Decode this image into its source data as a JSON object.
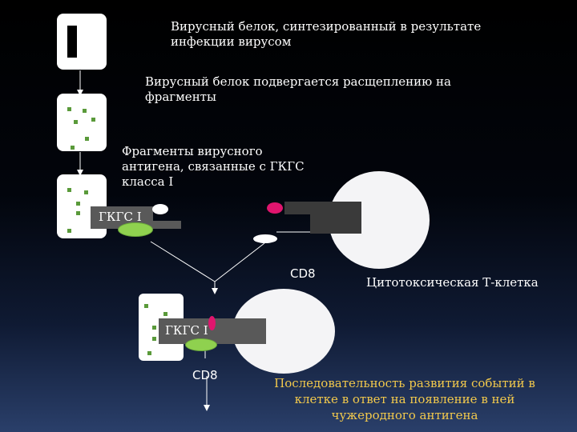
{
  "steps": {
    "step1": "Вирусный белок, синтезированный в результате инфекции вирусом",
    "step2": "Вирусный белок подвергается расщеплению на фрагменты",
    "step3": "Фрагменты вирусного антигена, связанные с ГКГС класса I"
  },
  "labels": {
    "mhc_top": "ГКГС I",
    "mhc_bottom": "ГКГС I",
    "cd8_top": "CD8",
    "cd8_bottom": "CD8",
    "t_cell": "Цитотоксическая Т-клетка"
  },
  "conclusion": "Последовательность развития событий в клетке в ответ на появление в ней чужеродного антигена",
  "colors": {
    "fragment": "#5a9a3a",
    "green_molecule": "#8fd14f",
    "pink_molecule": "#e0156e",
    "conclusion_text": "#f2c94c"
  }
}
